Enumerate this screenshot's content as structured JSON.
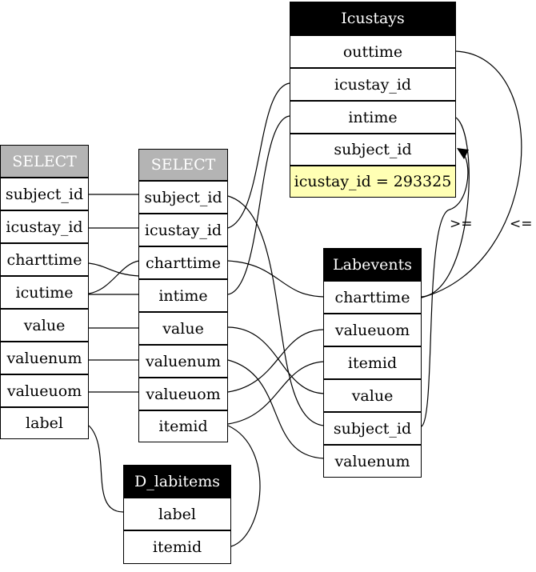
{
  "tables": {
    "select1": {
      "title": "SELECT",
      "fields": [
        "subject_id",
        "icustay_id",
        "charttime",
        "icutime",
        "value",
        "valuenum",
        "valueuom",
        "label"
      ]
    },
    "select2": {
      "title": "SELECT",
      "fields": [
        "subject_id",
        "icustay_id",
        "charttime",
        "intime",
        "value",
        "valuenum",
        "valueuom",
        "itemid"
      ]
    },
    "icustays": {
      "title": "Icustays",
      "fields": [
        "outtime",
        "icustay_id",
        "intime",
        "subject_id"
      ],
      "condition": "icustay_id = 293325"
    },
    "labevents": {
      "title": "Labevents",
      "fields": [
        "charttime",
        "valueuom",
        "itemid",
        "value",
        "subject_id",
        "valuenum"
      ]
    },
    "d_labitems": {
      "title": "D_labitems",
      "fields": [
        "label",
        "itemid"
      ]
    }
  },
  "edge_labels": {
    "ge": ">=",
    "le": "<="
  },
  "colors": {
    "header_black": "#000000",
    "header_gray": "#b4b4b4",
    "condition_fill": "#ffffb4"
  }
}
